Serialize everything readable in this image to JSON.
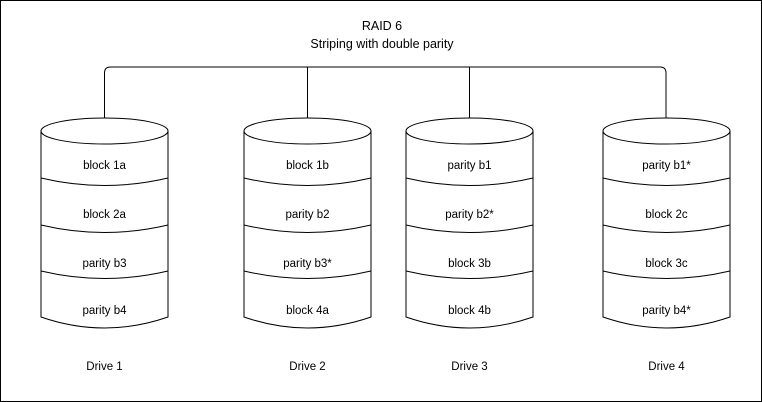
{
  "title": {
    "line1": "RAID 6",
    "line2": "Striping with double parity"
  },
  "colors": {
    "stroke": "#000000",
    "background": "#ffffff",
    "text": "#000000"
  },
  "drives": [
    {
      "label": "Drive 1",
      "blocks": [
        "block 1a",
        "block 2a",
        "parity b3",
        "parity b4"
      ]
    },
    {
      "label": "Drive 2",
      "blocks": [
        "block 1b",
        "parity b2",
        "parity b3*",
        "block 4a"
      ]
    },
    {
      "label": "Drive 3",
      "blocks": [
        "parity b1",
        "parity b2*",
        "block 3b",
        "block 4b"
      ]
    },
    {
      "label": "Drive 4",
      "blocks": [
        "parity b1*",
        "block 2c",
        "block 3c",
        "parity b4*"
      ]
    }
  ]
}
